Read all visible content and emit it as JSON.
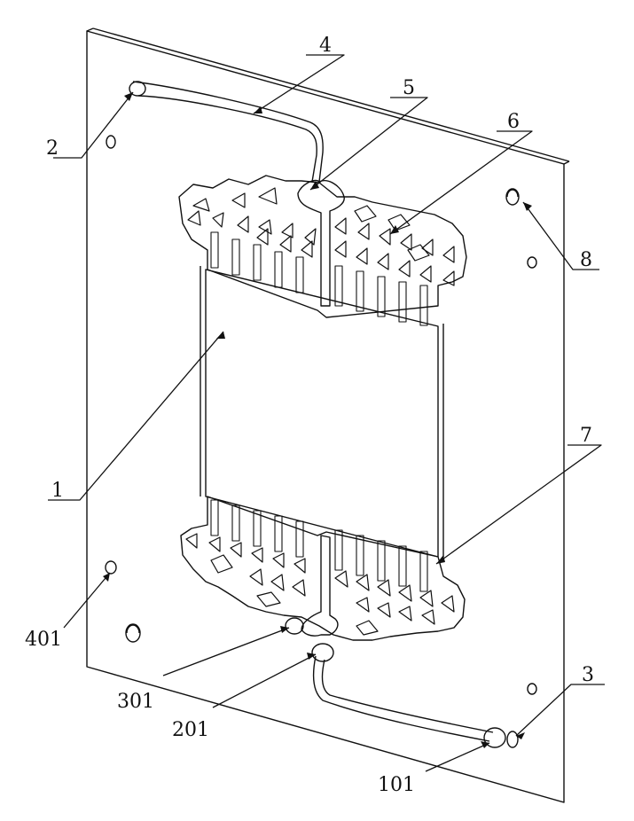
{
  "diagram": {
    "labels": {
      "l1": "1",
      "l2": "2",
      "l3": "3",
      "l4": "4",
      "l5": "5",
      "l6": "6",
      "l7": "7",
      "l8": "8",
      "l101": "101",
      "l201": "201",
      "l301": "301",
      "l401": "401"
    },
    "colors": {
      "ink": "#111111",
      "paper": "#ffffff"
    }
  }
}
